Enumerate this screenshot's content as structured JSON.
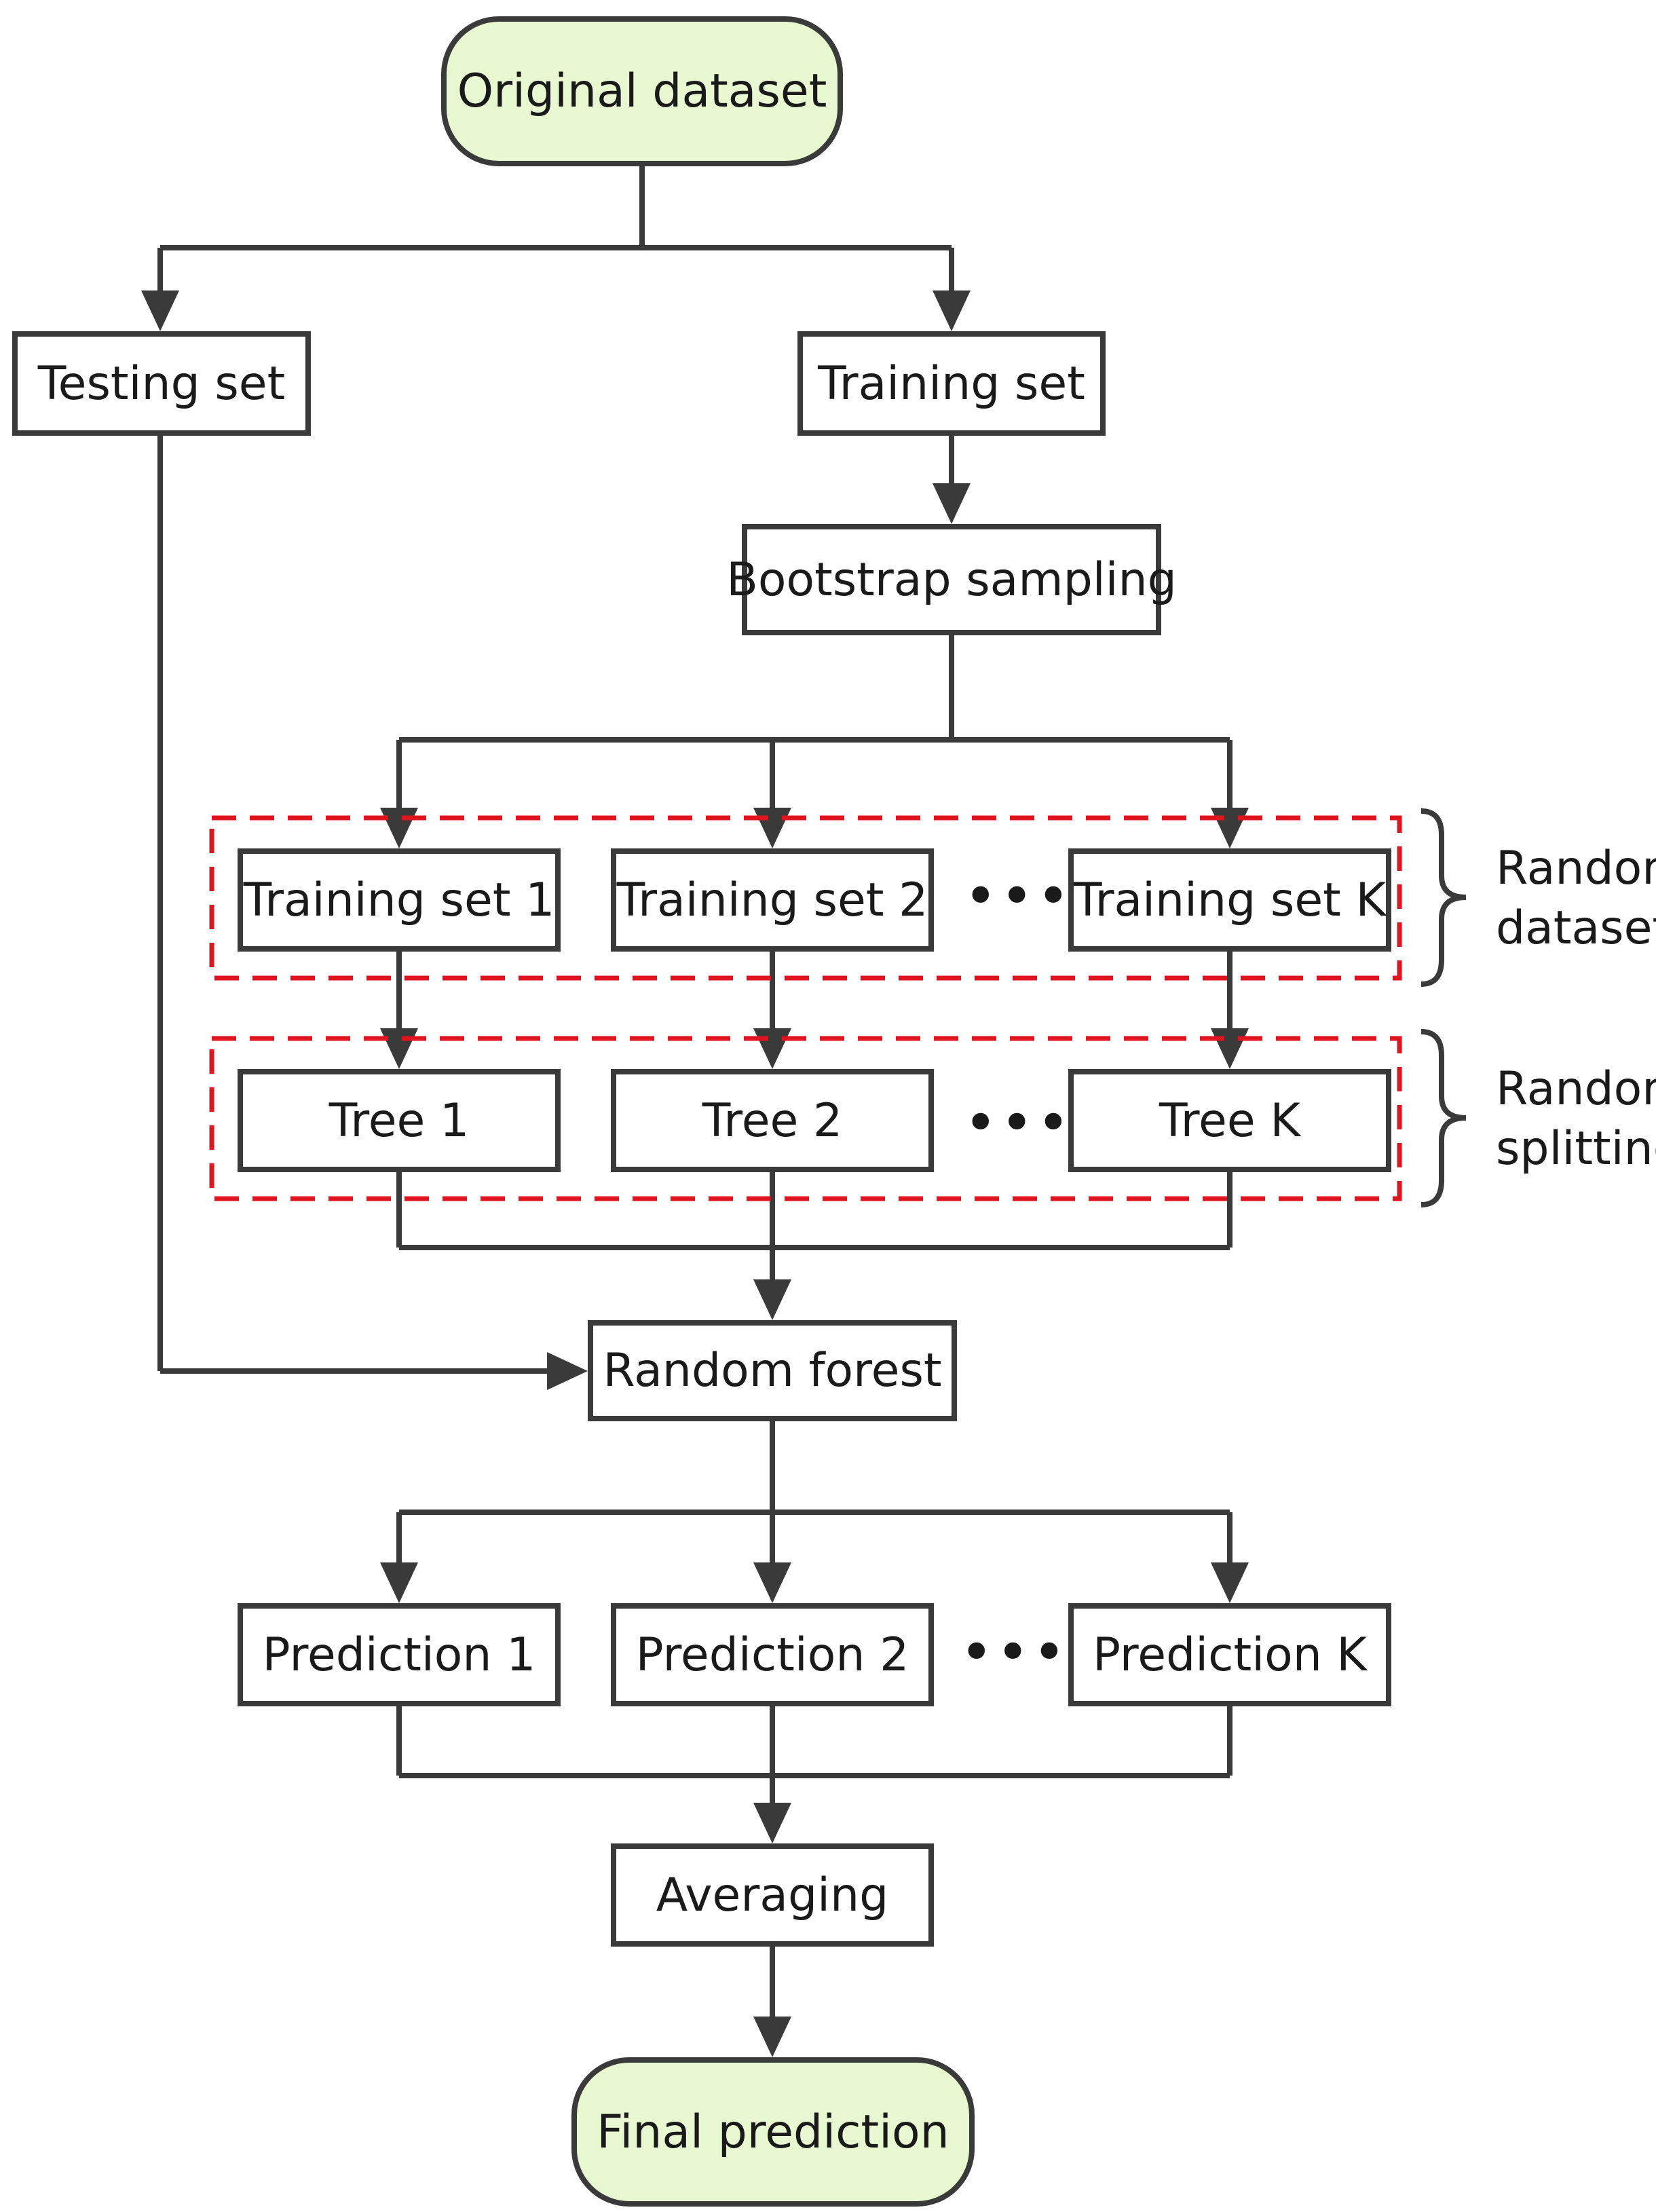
{
  "nodes": {
    "original_dataset": "Original dataset",
    "testing_set": "Testing set",
    "training_set": "Training set",
    "bootstrap_sampling": "Bootstrap sampling",
    "training_set_1": "Training set 1",
    "training_set_2": "Training set 2",
    "training_set_k": "Training set K",
    "tree_1": "Tree 1",
    "tree_2": "Tree 2",
    "tree_k": "Tree K",
    "random_forest": "Random forest",
    "prediction_1": "Prediction 1",
    "prediction_2": "Prediction 2",
    "prediction_k": "Prediction K",
    "averaging": "Averaging",
    "final_prediction": "Final prediction"
  },
  "ellipsis": "•••",
  "groups": {
    "random_dataset": {
      "line1": "Random",
      "line2": "dataset"
    },
    "random_splitting": {
      "line1": "Random",
      "line2": "splitting"
    }
  },
  "colors": {
    "terminal_fill": "#e8f8d0",
    "line": "#3a3a3a",
    "group_dash": "#e0141e"
  }
}
